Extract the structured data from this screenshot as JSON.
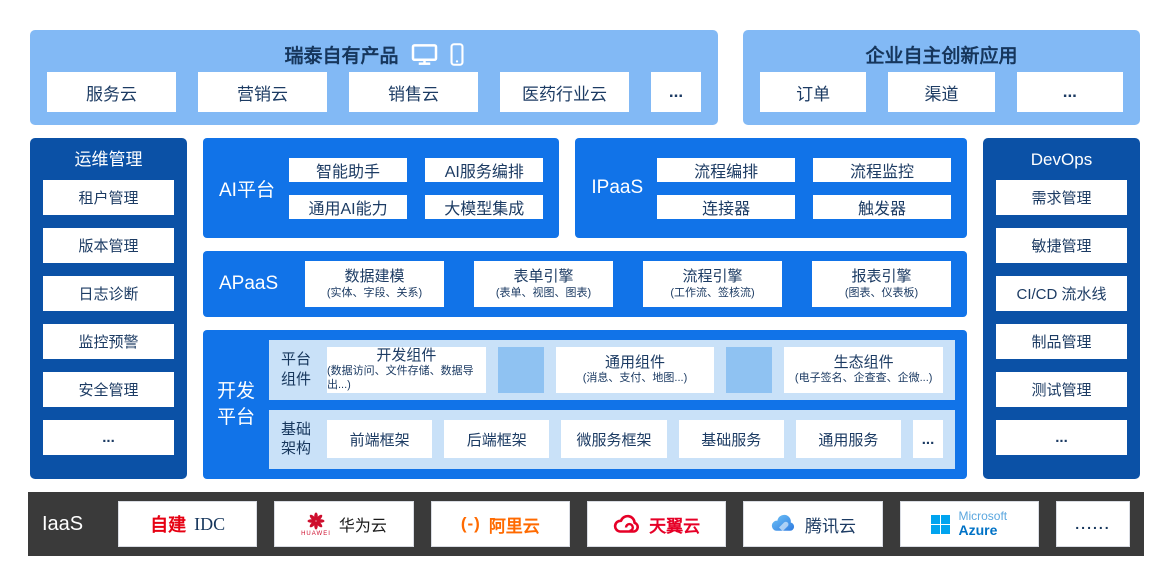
{
  "colors": {
    "light_blue": "#82B9F5",
    "navy_bg": "#0B51A6",
    "bright_blue": "#1173E8",
    "band_blue": "#C9E1F8",
    "spacer_blue": "#8FC2F2",
    "text_navy": "#1C3B63",
    "iaas_bar": "#3A3A3A",
    "huawei_red": "#CE0E2D",
    "ali_orange": "#FF6A00",
    "tianyi_red": "#E60027",
    "tencent_blue": "#3E8FE8",
    "azure_blue": "#00A4EF"
  },
  "top": {
    "products": {
      "title": "瑞泰自有产品",
      "icons": [
        "monitor-icon",
        "phone-icon"
      ],
      "items": [
        "服务云",
        "营销云",
        "销售云",
        "医药行业云",
        "..."
      ]
    },
    "apps": {
      "title": "企业自主创新应用",
      "items": [
        "订单",
        "渠道",
        "..."
      ]
    }
  },
  "ops": {
    "title": "运维管理",
    "items": [
      "租户管理",
      "版本管理",
      "日志诊断",
      "监控预警",
      "安全管理",
      "..."
    ]
  },
  "devops": {
    "title": "DevOps",
    "items": [
      "需求管理",
      "敏捷管理",
      "CI/CD 流水线",
      "制品管理",
      "测试管理",
      "..."
    ]
  },
  "center": {
    "ai": {
      "label": "AI平台",
      "items": [
        "智能助手",
        "AI服务编排",
        "通用AI能力",
        "大模型集成"
      ]
    },
    "ipaas": {
      "label": "IPaaS",
      "items": [
        "流程编排",
        "流程监控",
        "连接器",
        "触发器"
      ]
    },
    "apaas": {
      "label": "APaaS",
      "items": [
        {
          "title": "数据建模",
          "sub": "(实体、字段、关系)"
        },
        {
          "title": "表单引擎",
          "sub": "(表单、视图、图表)"
        },
        {
          "title": "流程引擎",
          "sub": "(工作流、签核流)"
        },
        {
          "title": "报表引擎",
          "sub": "(图表、仪表板)"
        }
      ]
    },
    "devplat": {
      "label": "开发平台",
      "rows": [
        {
          "label": "平台组件",
          "items": [
            {
              "title": "开发组件",
              "sub": "(数据访问、文件存储、数据导出...)"
            },
            {
              "title": "通用组件",
              "sub": "(消息、支付、地图...)"
            },
            {
              "title": "生态组件",
              "sub": "(电子签名、企查查、企微...)"
            }
          ]
        },
        {
          "label": "基础架构",
          "items": [
            "前端框架",
            "后端框架",
            "微服务框架",
            "基础服务",
            "通用服务",
            "..."
          ]
        }
      ]
    }
  },
  "iaas": {
    "label": "IaaS",
    "idc": {
      "part1": "自建",
      "part2": "IDC"
    },
    "huawei": {
      "logo_text": "HUAWEI",
      "label": "华为云"
    },
    "alibaba": {
      "logo_text": "(-)",
      "label": "阿里云"
    },
    "tianyi": {
      "label": "天翼云"
    },
    "tencent": {
      "label": "腾讯云"
    },
    "azure": {
      "line1": "Microsoft",
      "line2": "Azure"
    },
    "more": "......"
  }
}
